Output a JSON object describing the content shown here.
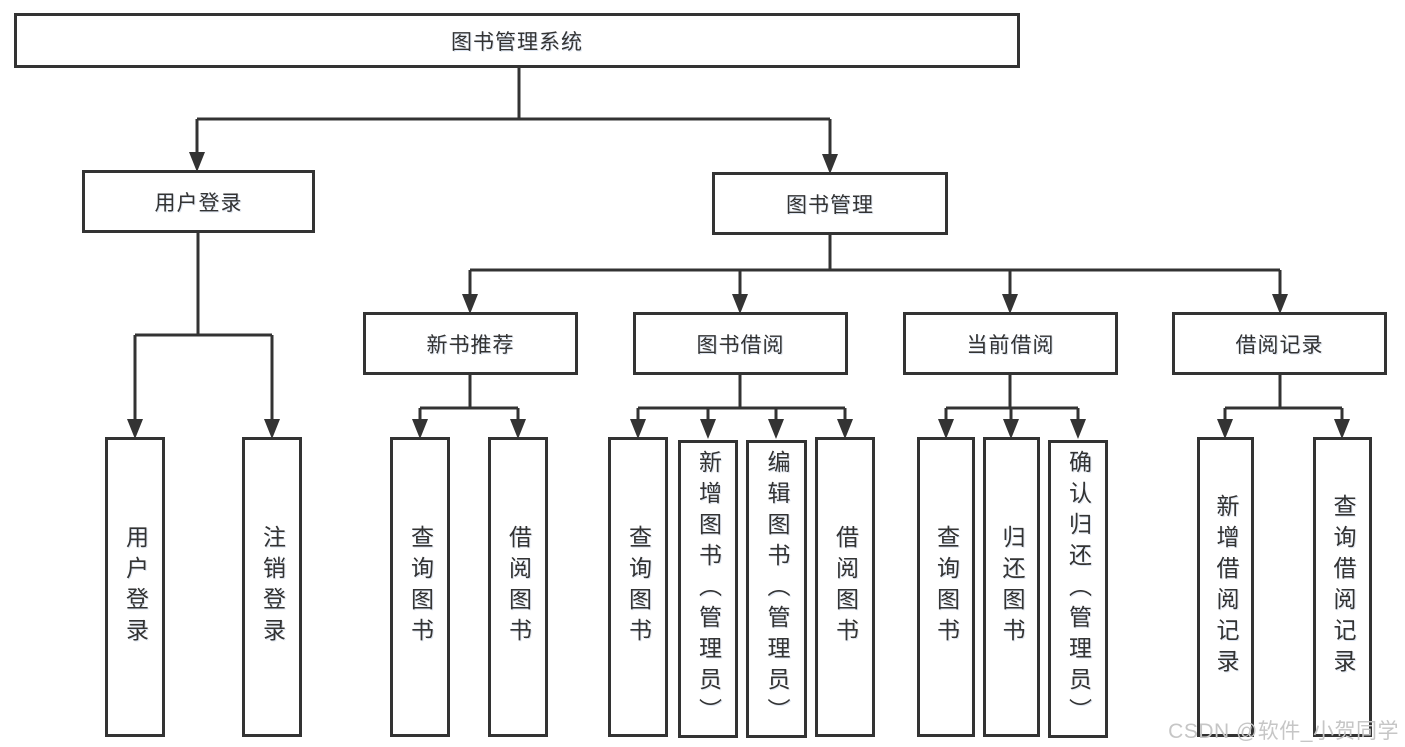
{
  "diagram_type": "tree-structure-chart",
  "nodes": {
    "root": "图书管理系统",
    "user_login": "用户登录",
    "book_mgmt": "图书管理",
    "user_login_leaf": "用户登录",
    "logout_leaf": "注销登录",
    "new_book_rec": "新书推荐",
    "book_borrow": "图书借阅",
    "current_borrow": "当前借阅",
    "borrow_records": "借阅记录",
    "nr_query_books": "查询图书",
    "nr_borrow_books": "借阅图书",
    "bb_query_books": "查询图书",
    "bb_add_books": "新增图书（管理员）",
    "bb_edit_books": "编辑图书（管理员）",
    "bb_borrow_books": "借阅图书",
    "cb_query_books": "查询图书",
    "cb_return_books": "归还图书",
    "cb_confirm_return": "确认归还（管理员）",
    "br_add_record": "新增借阅记录",
    "br_query_record": "查询借阅记录"
  },
  "watermark": "CSDN @软件_小贺同学",
  "colors": {
    "line": "#333333",
    "text": "#333333",
    "box_background": "#ffffff",
    "watermark": "#c6c6c6"
  }
}
